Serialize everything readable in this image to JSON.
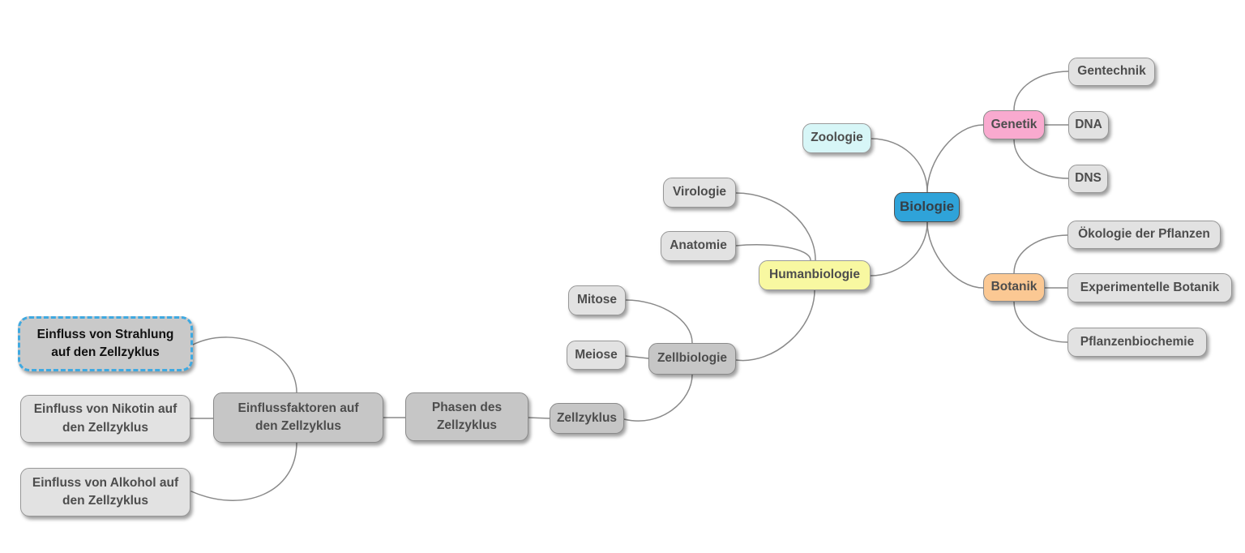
{
  "app": {
    "type": "mindmap-editor",
    "background": "#ffffff"
  },
  "palette": {
    "edge": "#8a8a8a",
    "light_gray_fill": "#e2e2e2",
    "medium_gray_fill": "#c6c6c6",
    "selected_fill": "#c9c9c9",
    "selection_border": "#3fa9e1",
    "root_blue_fill": "#2fa3d9",
    "zoologie_cyan_fill": "#d7f6f7",
    "genetik_pink_fill": "#f9aacf",
    "botanik_orange_fill": "#fbc893",
    "humanbiologie_yellow_fill": "#f8f8a1",
    "text": "#4d4d4d",
    "selected_text": "#111111"
  },
  "mindmap": {
    "nodes": {
      "biologie": {
        "label": "Biologie",
        "selected": false
      },
      "zoologie": {
        "label": "Zoologie",
        "selected": false
      },
      "genetik": {
        "label": "Genetik",
        "selected": false
      },
      "gentechnik": {
        "label": "Gentechnik",
        "selected": false
      },
      "dna": {
        "label": "DNA",
        "selected": false
      },
      "dns": {
        "label": "DNS",
        "selected": false
      },
      "botanik": {
        "label": "Botanik",
        "selected": false
      },
      "oekologie": {
        "label": "Ökologie der Pflanzen",
        "selected": false
      },
      "experimentelle": {
        "label": "Experimentelle Botanik",
        "selected": false
      },
      "pflanzenbiochemie": {
        "label": "Pflanzenbiochemie",
        "selected": false
      },
      "humanbiologie": {
        "label": "Humanbiologie",
        "selected": false
      },
      "virologie": {
        "label": "Virologie",
        "selected": false
      },
      "anatomie": {
        "label": "Anatomie",
        "selected": false
      },
      "zellbiologie": {
        "label": "Zellbiologie",
        "selected": false
      },
      "mitose": {
        "label": "Mitose",
        "selected": false
      },
      "meiose": {
        "label": "Meiose",
        "selected": false
      },
      "zellzyklus": {
        "label": "Zellzyklus",
        "selected": false
      },
      "phasen": {
        "label": "Phasen des\nZellzyklus",
        "selected": false
      },
      "einflussfaktoren": {
        "label": "Einflussfaktoren auf\nden Zellzyklus",
        "selected": false
      },
      "strahlung": {
        "label": "Einfluss von Strahlung\nauf den Zellzyklus",
        "selected": true
      },
      "nikotin": {
        "label": "Einfluss von Nikotin auf\nden Zellzyklus",
        "selected": false
      },
      "alkohol": {
        "label": "Einfluss von Alkohol auf\nden Zellzyklus",
        "selected": false
      }
    },
    "edges": [
      {
        "from": "biologie",
        "to": "zoologie"
      },
      {
        "from": "biologie",
        "to": "genetik"
      },
      {
        "from": "biologie",
        "to": "humanbiologie"
      },
      {
        "from": "biologie",
        "to": "botanik"
      },
      {
        "from": "genetik",
        "to": "gentechnik"
      },
      {
        "from": "genetik",
        "to": "dna"
      },
      {
        "from": "genetik",
        "to": "dns"
      },
      {
        "from": "botanik",
        "to": "oekologie"
      },
      {
        "from": "botanik",
        "to": "experimentelle"
      },
      {
        "from": "botanik",
        "to": "pflanzenbiochemie"
      },
      {
        "from": "humanbiologie",
        "to": "virologie"
      },
      {
        "from": "humanbiologie",
        "to": "anatomie"
      },
      {
        "from": "humanbiologie",
        "to": "zellbiologie"
      },
      {
        "from": "zellbiologie",
        "to": "mitose"
      },
      {
        "from": "zellbiologie",
        "to": "meiose"
      },
      {
        "from": "zellbiologie",
        "to": "zellzyklus"
      },
      {
        "from": "zellzyklus",
        "to": "phasen"
      },
      {
        "from": "phasen",
        "to": "einflussfaktoren"
      },
      {
        "from": "einflussfaktoren",
        "to": "strahlung"
      },
      {
        "from": "einflussfaktoren",
        "to": "nikotin"
      },
      {
        "from": "einflussfaktoren",
        "to": "alkohol"
      }
    ]
  }
}
